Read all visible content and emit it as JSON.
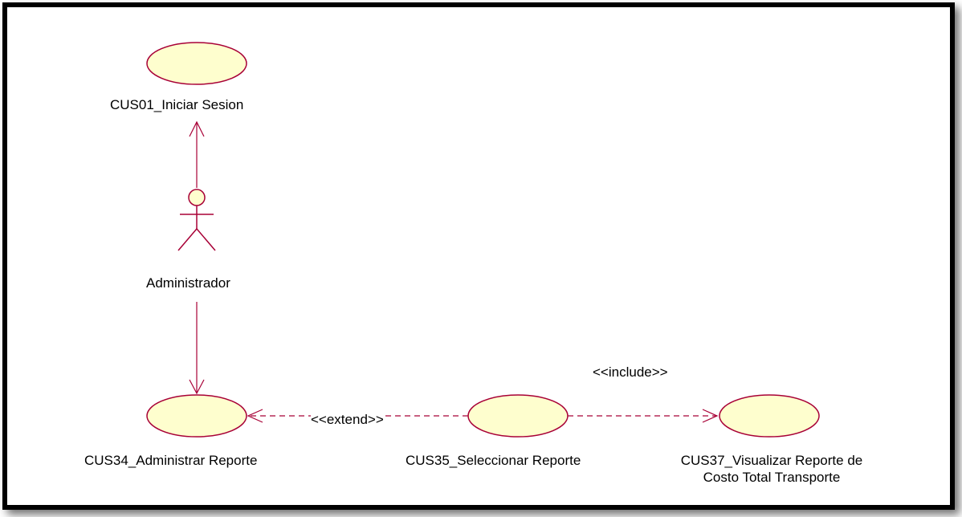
{
  "colors": {
    "usecase_fill": "#fefece",
    "usecase_stroke": "#a80036",
    "line": "#a80036",
    "text": "#000000",
    "frame": "#000000"
  },
  "use_cases": {
    "cus01": "CUS01_Iniciar Sesion",
    "cus34": "CUS34_Administrar Reporte",
    "cus35": "CUS35_Seleccionar Reporte",
    "cus37": "CUS37_Visualizar Reporte de\nCosto Total Transporte"
  },
  "actor": {
    "name": "Administrador"
  },
  "relations": {
    "extend_label": "<<extend>>",
    "include_label": "<<include>>"
  }
}
